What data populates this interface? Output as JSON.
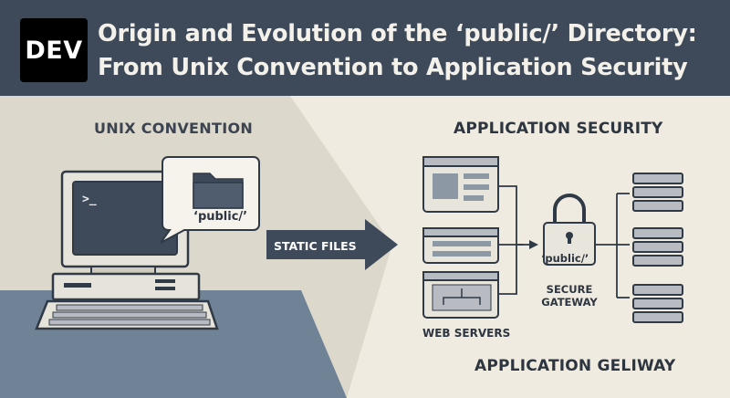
{
  "header": {
    "logo": "DEV",
    "title_line1": "Origin and Evolution of the ‘public/’ Directory:",
    "title_line2": "From Unix Convention to Application Security"
  },
  "left": {
    "section_title": "UNIX CONVENTION",
    "terminal_prompt": ">_",
    "folder_label": "‘public/’"
  },
  "middle": {
    "arrow_label": "STATIC FILES"
  },
  "right": {
    "section_title": "APPLICATION SECURITY",
    "lock_label": "‘public/’",
    "gateway_label": "SECURE GATEWAY",
    "servers_label": "WEB SERVERS",
    "bottom_title": "APPLICATION GELIWAY"
  },
  "colors": {
    "header_bg": "#3e4a5a",
    "left_panel": "#dcd8cc",
    "floor": "#6f8296",
    "accent": "#3e4a5a",
    "background": "#f0ebe0"
  }
}
